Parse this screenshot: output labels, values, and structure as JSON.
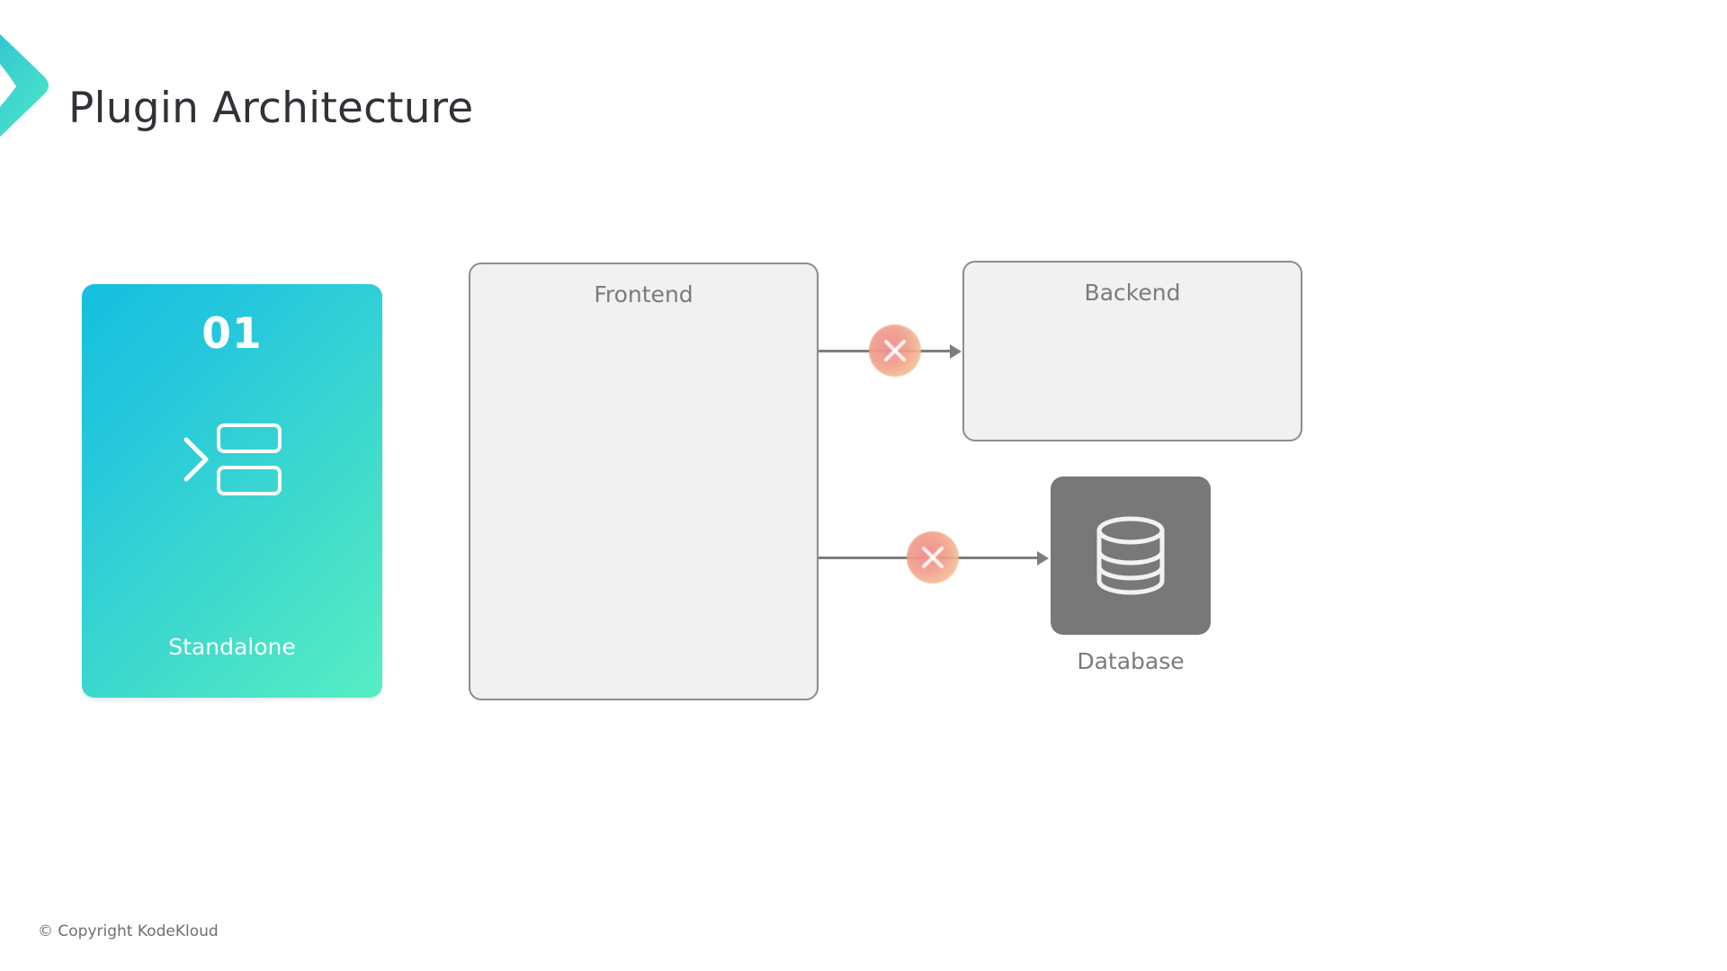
{
  "slide": {
    "title": "Plugin Architecture",
    "background_color": "#ffffff",
    "logo_icon": "chevron-right-logo-icon",
    "logo_gradient_from": "#2ab7d4",
    "logo_gradient_to": "#4fe9c6"
  },
  "concept_card": {
    "number": "01",
    "label": "Standalone",
    "icon": "plugin-modules-icon",
    "gradient_from": "#15bedf",
    "gradient_to": "#57eec4",
    "text_color": "#ffffff"
  },
  "diagram": {
    "nodes": [
      {
        "id": "frontend",
        "title": "Frontend",
        "type": "box",
        "fill": "#f1f1f1",
        "border": "#8d8d8d",
        "text_color": "#7b7b7b"
      },
      {
        "id": "backend",
        "title": "Backend",
        "type": "box",
        "fill": "#f1f1f1",
        "border": "#8d8d8d",
        "text_color": "#7b7b7b"
      },
      {
        "id": "database",
        "title": "Database",
        "type": "icon-tile",
        "fill": "#787878",
        "icon": "database-cylinder-icon",
        "icon_color": "#f2f2f2",
        "text_color": "#7b7b7b"
      }
    ],
    "connectors": [
      {
        "id": "frontend-to-backend",
        "from": "frontend",
        "to": "backend",
        "direction": "right",
        "color": "#7d7d7d",
        "badge": "blocked-cross-badge"
      },
      {
        "id": "frontend-to-database",
        "from": "frontend",
        "to": "database",
        "direction": "right",
        "color": "#7d7d7d",
        "badge": "blocked-cross-badge"
      }
    ],
    "badge": {
      "icon": "cross-x-icon",
      "color_from": "#ee8c8c",
      "color_to": "#f6cda0"
    }
  },
  "footer": {
    "copyright": "© Copyright KodeKloud"
  }
}
